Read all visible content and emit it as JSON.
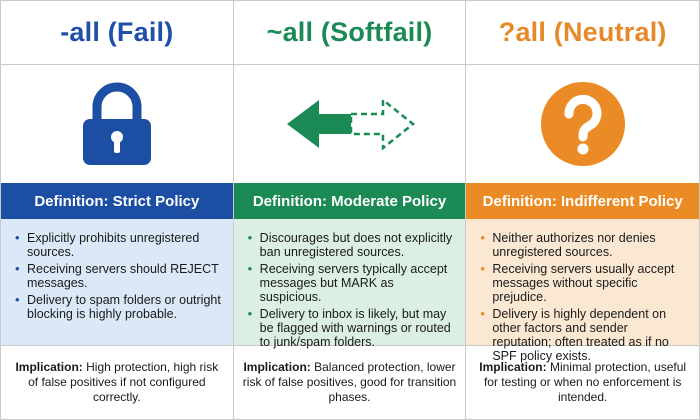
{
  "colors": {
    "fail": "#1c4ea3",
    "softfail": "#1c8a55",
    "neutral": "#ea8b25",
    "fail_bg": "#dbe8f7",
    "softfail_bg": "#dcefe4",
    "neutral_bg": "#fbe8d2"
  },
  "columns": [
    {
      "title": "-all (Fail)",
      "icon": "lock-icon",
      "definition": "Definition: Strict Policy",
      "bullets": [
        "Explicitly prohibits unregistered sources.",
        "Receiving servers should REJECT messages.",
        "Delivery to spam folders or outright blocking is highly probable."
      ],
      "implication_label": "Implication:",
      "implication_text": " High protection, high risk of false positives if not configured correctly."
    },
    {
      "title": "~all (Softfail)",
      "icon": "arrow-swap-icon",
      "definition": "Definition: Moderate Policy",
      "bullets": [
        "Discourages but does not explicitly ban unregistered sources.",
        "Receiving servers typically accept messages but MARK as suspicious.",
        "Delivery to inbox is likely, but may be flagged with warnings or routed to junk/spam folders."
      ],
      "implication_label": "Implication:",
      "implication_text": " Balanced protection, lower risk of false positives, good for transition phases."
    },
    {
      "title": "?all (Neutral)",
      "icon": "question-mark-icon",
      "definition": "Definition: Indifferent Policy",
      "bullets": [
        "Neither authorizes nor denies unregistered sources.",
        "Receiving servers usually accept messages without specific prejudice.",
        "Delivery is highly dependent on other factors and sender reputation; often treated as if no SPF policy exists."
      ],
      "implication_label": "Implication:",
      "implication_text": " Minimal protection, useful for testing or when no enforcement is intended."
    }
  ]
}
